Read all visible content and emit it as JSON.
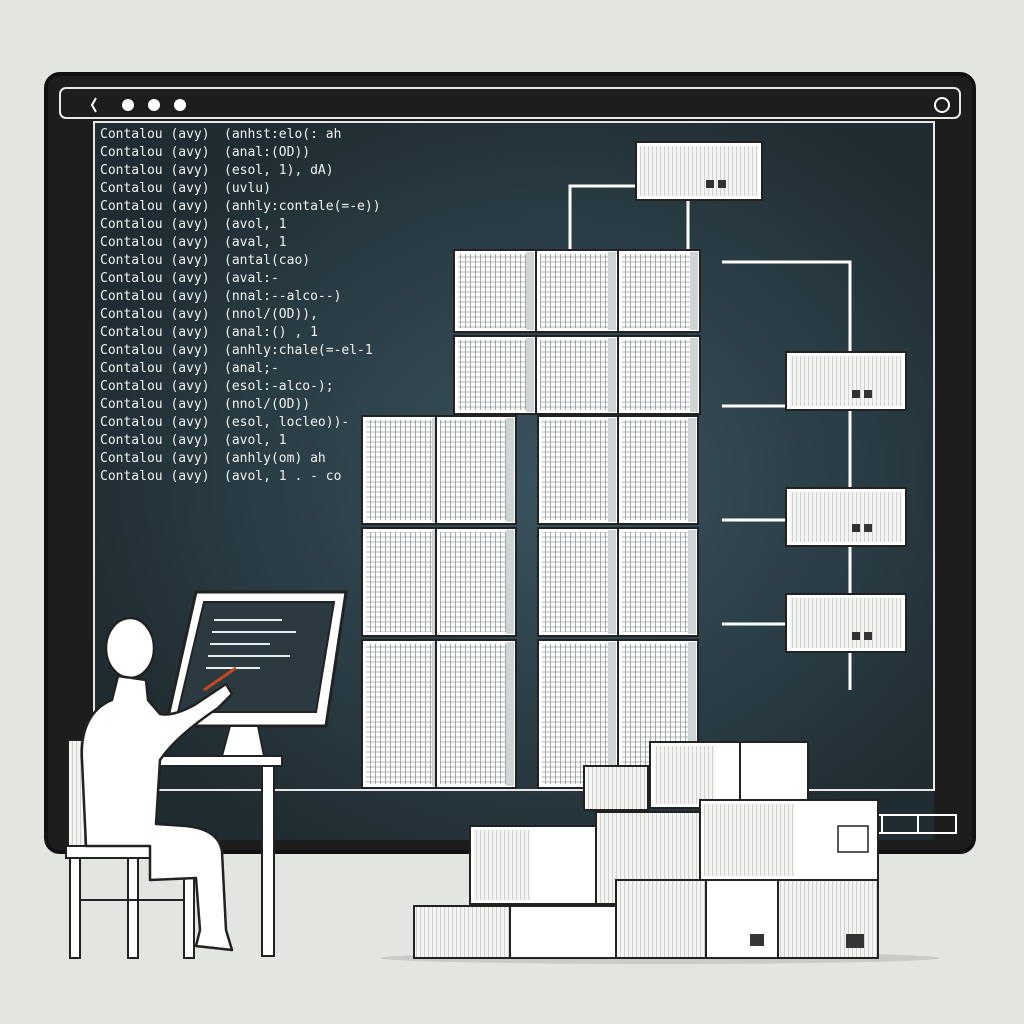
{
  "window": {
    "controls": [
      "dot-1",
      "dot-2",
      "dot-3"
    ],
    "status_segments": 3
  },
  "code_lines": [
    {
      "left": "Contalou (avy)",
      "right": "(anhst:elo(: ah"
    },
    {
      "left": "Contalou (avy)",
      "right": "(anal:(OD))"
    },
    {
      "left": "Contalou (avy)",
      "right": "(esol, 1), dA)"
    },
    {
      "left": "Contalou (avy)",
      "right": "(uvlu)"
    },
    {
      "left": "Contalou (avy)",
      "right": "(anhly:contale(=-e))"
    },
    {
      "left": "Contalou (avy)",
      "right": "(avol, 1"
    },
    {
      "left": "Contalou (avy)",
      "right": "(aval, 1"
    },
    {
      "left": "Contalou (avy)",
      "right": "(antal(cao)"
    },
    {
      "left": "Contalou (avy)",
      "right": "(aval:-"
    },
    {
      "left": "Contalou (avy)",
      "right": "(nnal:--alco--)"
    },
    {
      "left": "Contalou (avy)",
      "right": "(nnol/(OD)),"
    },
    {
      "left": "Contalou (avy)",
      "right": "(anal:() , 1"
    },
    {
      "left": "Contalou (avy)",
      "right": "(anhly:chale(=-el-1"
    },
    {
      "left": "Contalou (avy)",
      "right": "(anal;-"
    },
    {
      "left": "Contalou (avy)",
      "right": "(esol:-alco-);"
    },
    {
      "left": "Contalou (avy)",
      "right": "(nnol/(OD))"
    },
    {
      "left": "Contalou (avy)",
      "right": "(esol, locleo))-"
    },
    {
      "left": "Contalou (avy)",
      "right": "(avol, 1"
    },
    {
      "left": "Contalou (avy)",
      "right": "(anhly(om) ah"
    },
    {
      "left": "Contalou (avy)",
      "right": "(avol, 1 . - co"
    }
  ],
  "colors": {
    "background": "#e3e5e1",
    "screen": "#26353a",
    "frame": "#1e1e1e",
    "panel": "#ffffff",
    "line": "#ffffff"
  },
  "icons": {
    "window_controls": "traffic-dots-icon",
    "window_menu": "circle-menu-icon",
    "person": "person-figure-icon",
    "monitor": "monitor-icon"
  }
}
